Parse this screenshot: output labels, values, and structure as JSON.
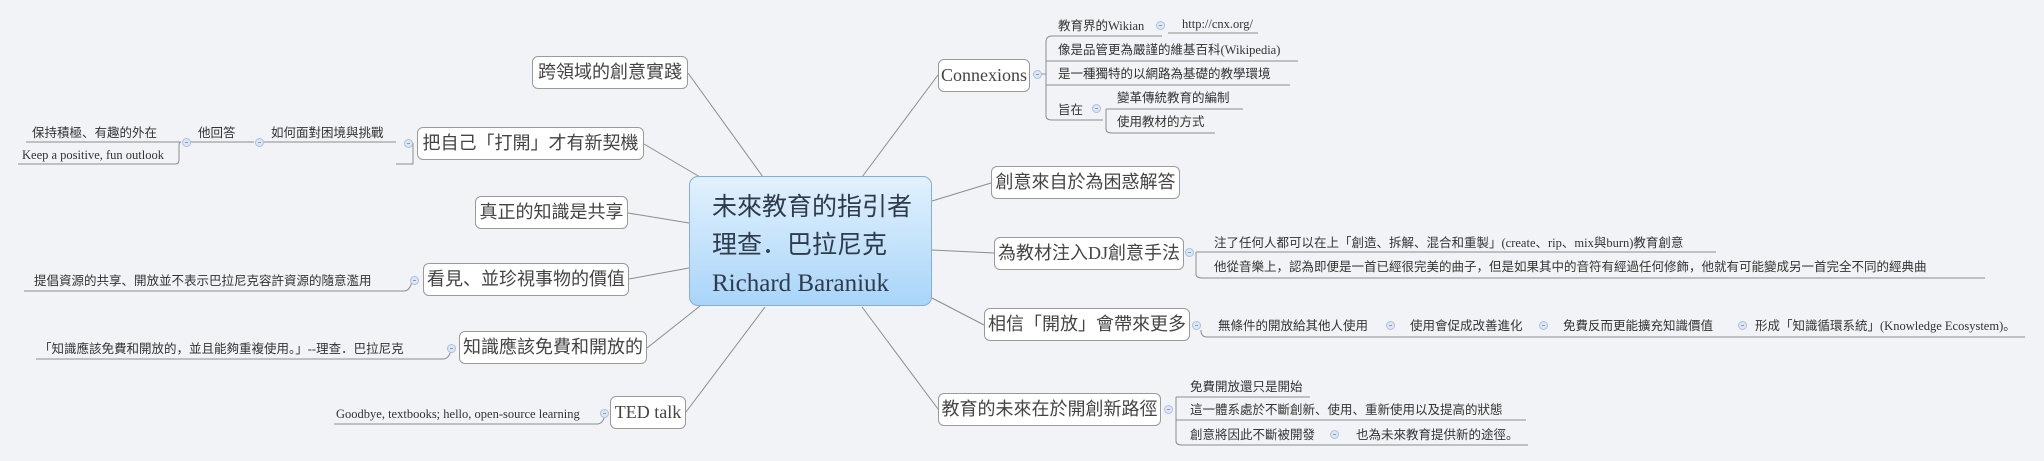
{
  "central": {
    "line1": "未來教育的指引者",
    "line2": "理查．巴拉尼克",
    "line3": "Richard Baraniuk"
  },
  "left": [
    {
      "label": "跨領域的創意實踐"
    },
    {
      "label": "把自己「打開」才有新契機",
      "children": [
        "如何面對困境與挑戰",
        "他回答",
        "保持積極、有趣的外在",
        "Keep a positive, fun outlook"
      ]
    },
    {
      "label": "真正的知識是共享"
    },
    {
      "label": "看見、並珍視事物的價值",
      "children": [
        "提倡資源的共享、開放並不表示巴拉尼克容許資源的隨意濫用"
      ]
    },
    {
      "label": "知識應該免費和開放的",
      "children": [
        "「知識應該免費和開放的，並且能夠重複使用。」--理查．巴拉尼克"
      ]
    },
    {
      "label": "TED talk",
      "children": [
        "Goodbye, textbooks; hello, open-source learning"
      ]
    }
  ],
  "right": [
    {
      "label": "Connexions",
      "children": [
        "教育界的Wikian",
        "http://cnx.org/",
        "像是品管更為嚴謹的維基百科(Wikipedia)",
        "是一種獨特的以網路為基礎的教學環境",
        "旨在",
        "變革傳統教育的編制",
        "使用教材的方式"
      ]
    },
    {
      "label": "創意來自於為困惑解答"
    },
    {
      "label": "為教材注入DJ創意手法",
      "children": [
        "注了任何人都可以在上「創造、拆解、混合和重製」(create、rip、mix與burn)教育創意",
        "他從音樂上，認為即便是一首已經很完美的曲子，但是如果其中的音符有經過任何修飾，他就有可能變成另一首完全不同的經典曲"
      ]
    },
    {
      "label": "相信「開放」會帶來更多",
      "children": [
        "無條件的開放給其他人使用",
        "使用會促成改善進化",
        "免費反而更能擴充知識價值",
        "形成「知識循環系統」(Knowledge Ecosystem)。"
      ]
    },
    {
      "label": "教育的未來在於開創新路徑",
      "children": [
        "免費開放還只是開始",
        "這一體系處於不斷創新、使用、重新使用以及提高的狀態",
        "創意將因此不斷被開發",
        "也為未來教育提供新的途徑。"
      ]
    }
  ],
  "colors": {
    "background": "#f2f3f7",
    "central_top": "#e2f1fd",
    "central_bottom": "#a9d5f9",
    "line": "#8c8c8c"
  }
}
